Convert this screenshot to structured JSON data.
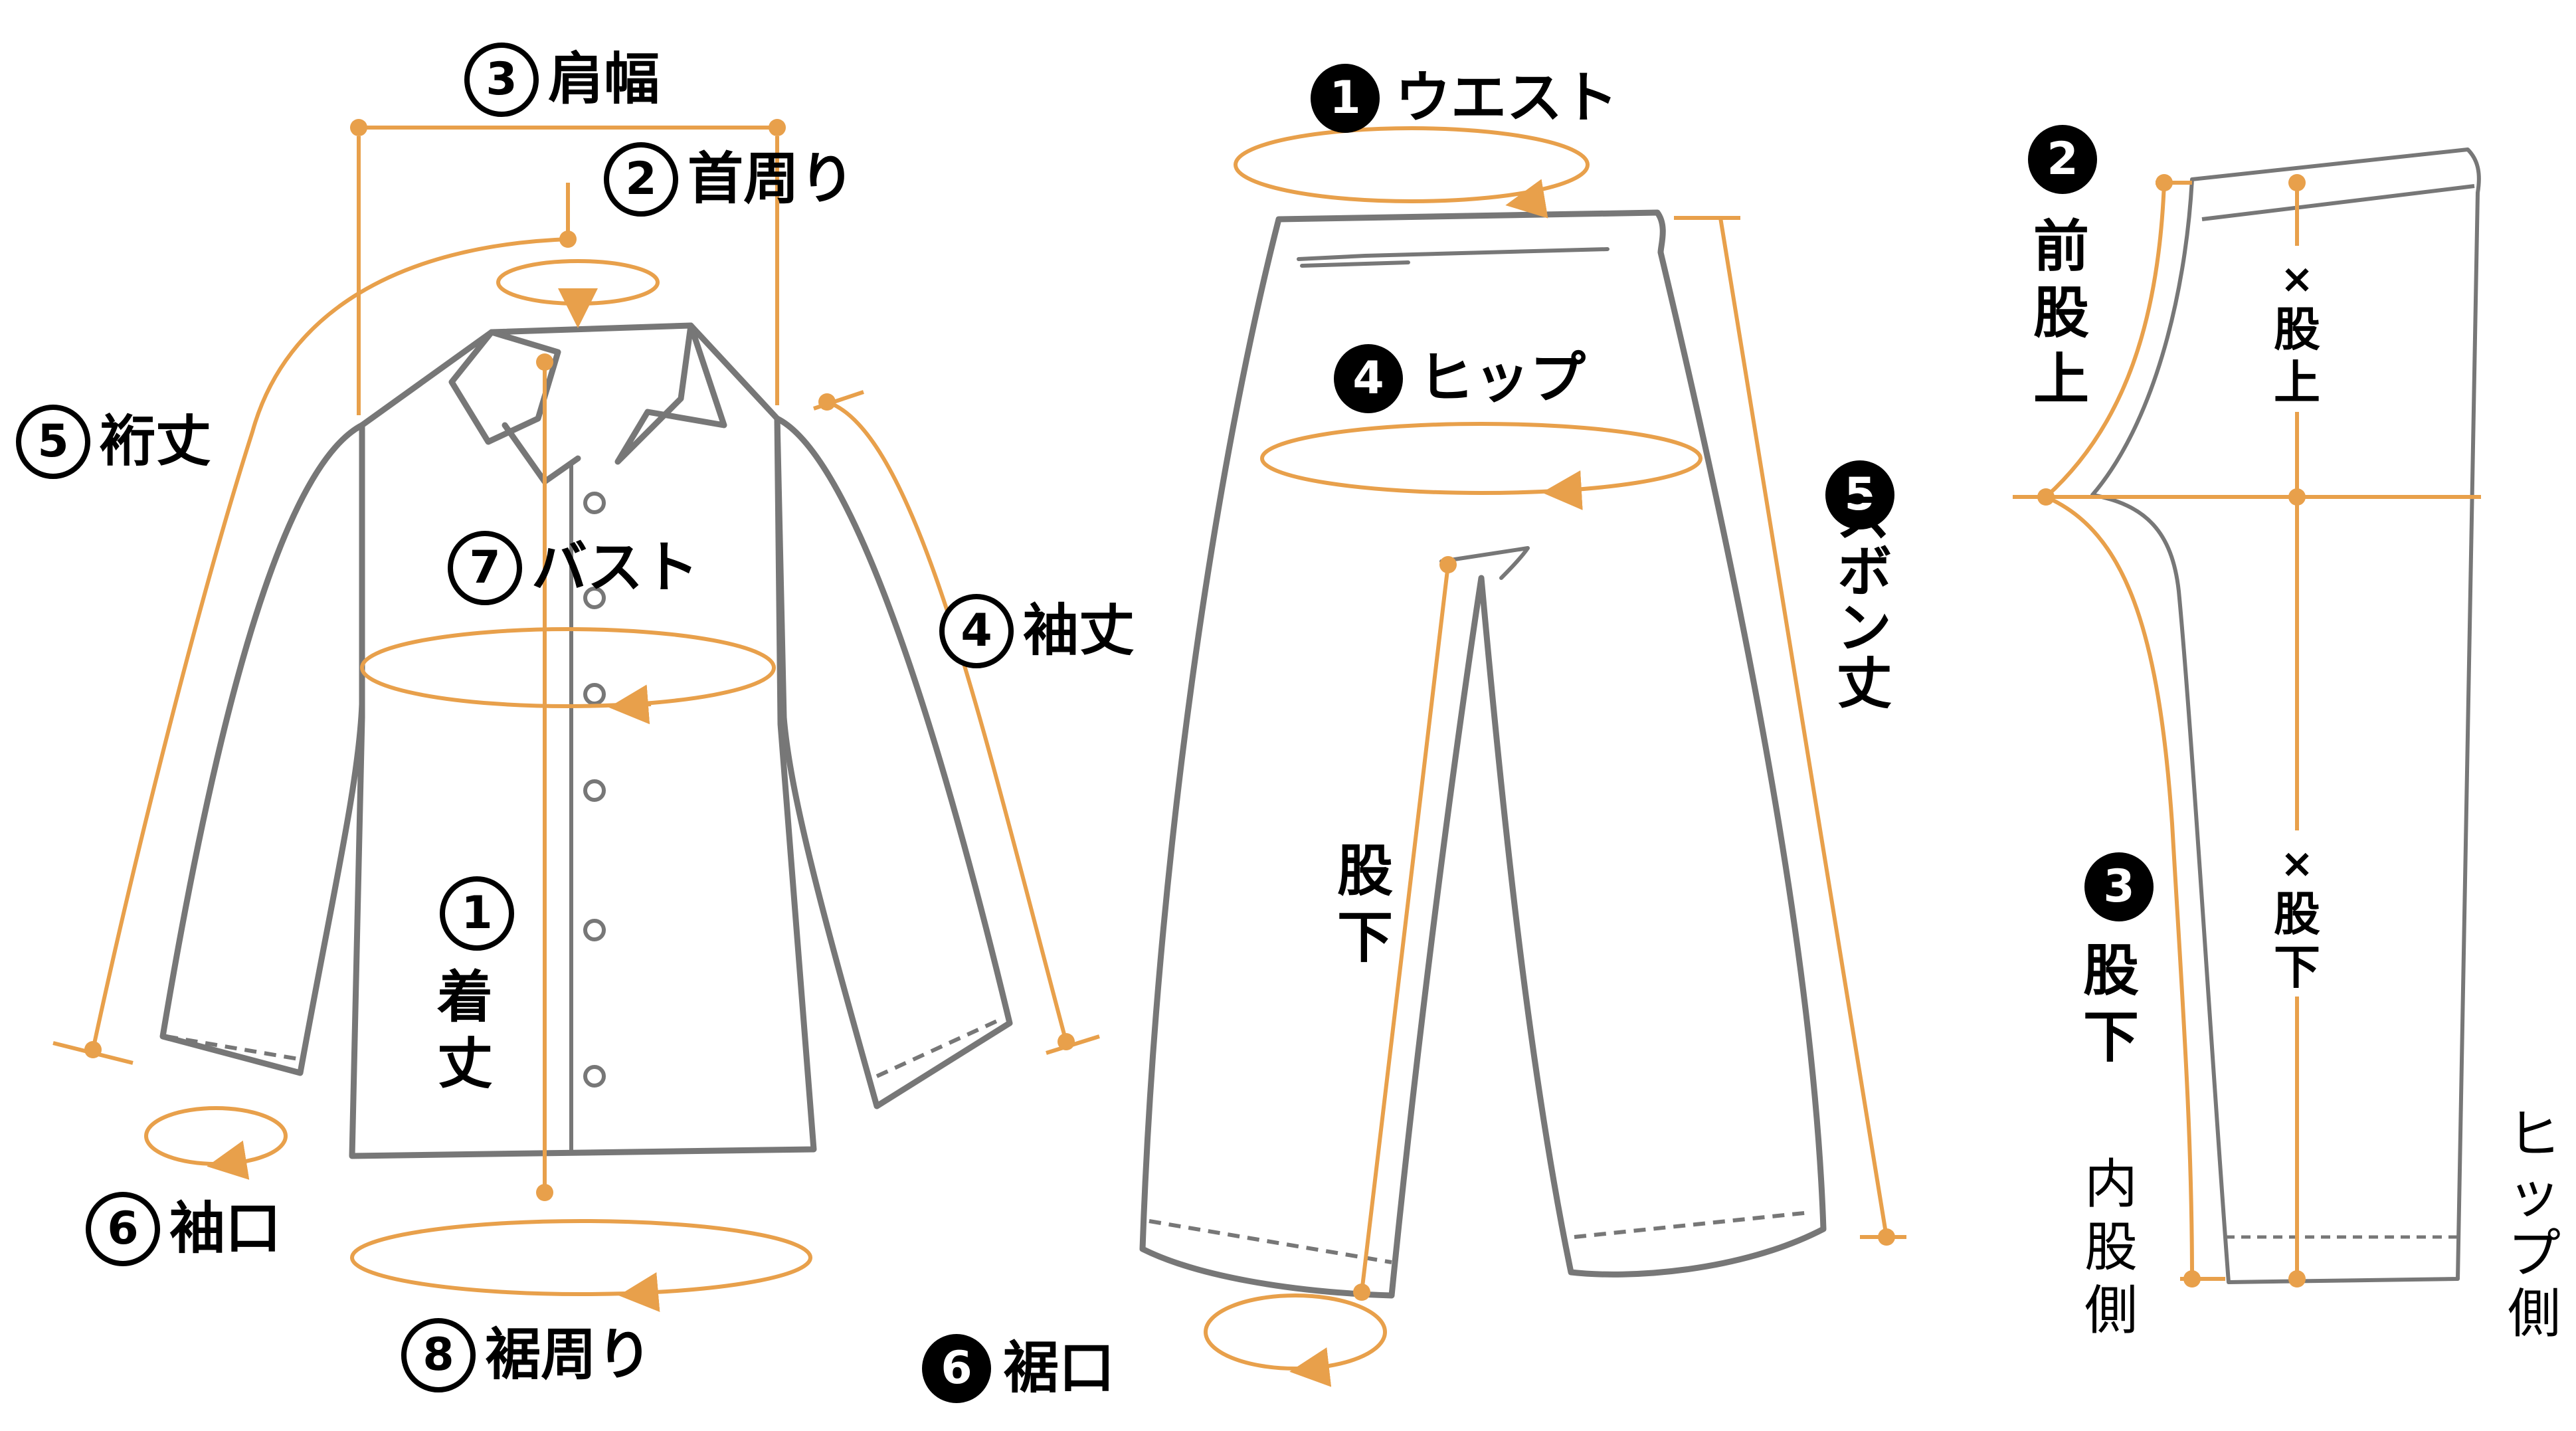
{
  "colors": {
    "measure": "#E8A04B",
    "garment": "#777777",
    "text": "#000000",
    "background": "#ffffff"
  },
  "shirt": {
    "shoulder_width": {
      "number": "3",
      "label": "肩幅"
    },
    "neck": {
      "number": "2",
      "label": "首周り"
    },
    "sleeve_yuki": {
      "number": "5",
      "label": "裄丈"
    },
    "bust": {
      "number": "7",
      "label": "バスト"
    },
    "sleeve_length": {
      "number": "4",
      "label": "袖丈"
    },
    "length": {
      "number": "1",
      "label_1": "着",
      "label_2": "丈"
    },
    "cuff": {
      "number": "6",
      "label": "袖口"
    },
    "hem": {
      "number": "8",
      "label": "裾周り"
    }
  },
  "pants": {
    "waist": {
      "number": "1",
      "label": "ウエスト"
    },
    "hip": {
      "number": "4",
      "label": "ヒップ"
    },
    "pants_length": {
      "number": "5",
      "label": "ズボン丈"
    },
    "inseam": {
      "label_1": "股",
      "label_2": "下"
    },
    "hem": {
      "number": "6",
      "label": "裾口"
    }
  },
  "pants_side": {
    "front_rise": {
      "number": "2",
      "label_1": "前",
      "label_2": "股",
      "label_3": "上"
    },
    "inseam": {
      "number": "3",
      "label_1": "股",
      "label_2": "下"
    },
    "wrong_rise": {
      "mark": "×",
      "label_1": "股",
      "label_2": "上"
    },
    "wrong_inseam": {
      "mark": "×",
      "label_1": "股",
      "label_2": "下"
    },
    "inner_side": {
      "label_1": "内",
      "label_2": "股",
      "label_3": "側"
    },
    "hip_side": {
      "label_1": "ヒ",
      "label_2": "ッ",
      "label_3": "プ",
      "label_4": "側"
    }
  }
}
